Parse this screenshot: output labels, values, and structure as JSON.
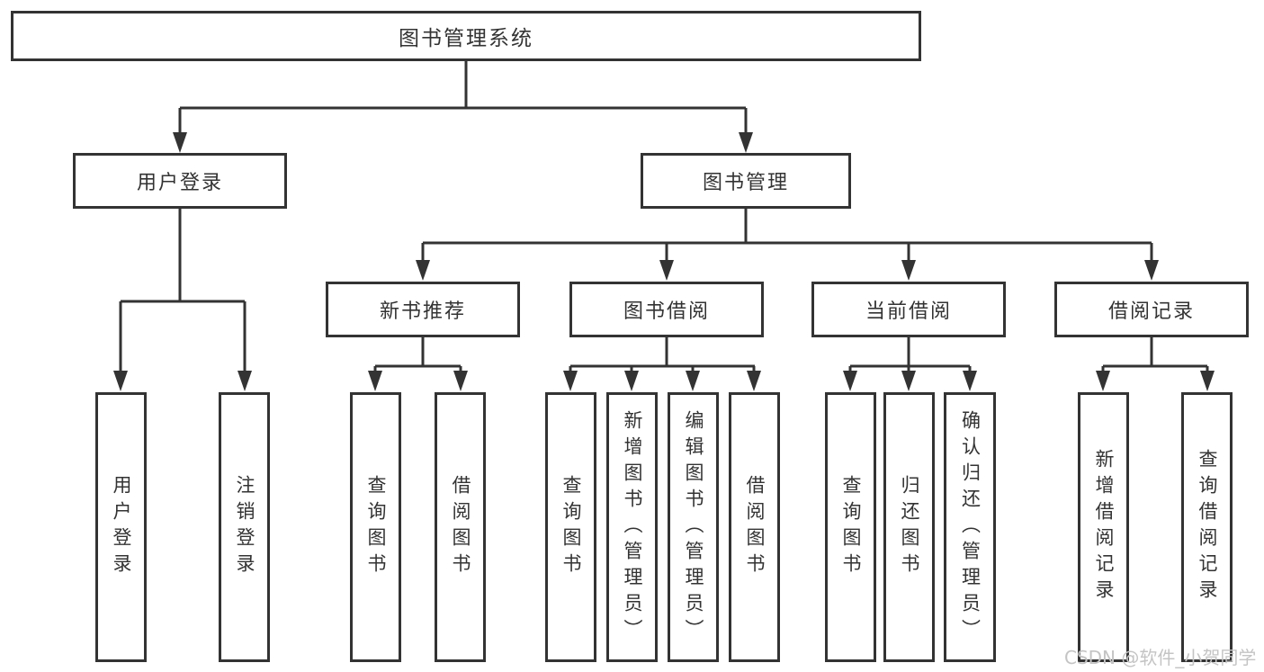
{
  "tree": {
    "root": {
      "label": "图书管理系统"
    },
    "branches": [
      {
        "label": "用户登录",
        "leaves": [
          {
            "label": "用户登录"
          },
          {
            "label": "注销登录"
          }
        ]
      },
      {
        "label": "图书管理",
        "sections": [
          {
            "label": "新书推荐",
            "leaves": [
              {
                "label": "查询图书"
              },
              {
                "label": "借阅图书"
              }
            ]
          },
          {
            "label": "图书借阅",
            "leaves": [
              {
                "label": "查询图书"
              },
              {
                "label": "新增图书（管理员）"
              },
              {
                "label": "编辑图书（管理员）"
              },
              {
                "label": "借阅图书"
              }
            ]
          },
          {
            "label": "当前借阅",
            "leaves": [
              {
                "label": "查询图书"
              },
              {
                "label": "归还图书"
              },
              {
                "label": "确认归还（管理员）"
              }
            ]
          },
          {
            "label": "借阅记录",
            "leaves": [
              {
                "label": "新增借阅记录"
              },
              {
                "label": "查询借阅记录"
              }
            ]
          }
        ]
      }
    ]
  },
  "watermark": {
    "text": "CSDN @软件_小贺同学"
  },
  "colors": {
    "line": "#333333",
    "text": "#333333",
    "background": "#ffffff",
    "watermark": "#c4c4c4"
  }
}
